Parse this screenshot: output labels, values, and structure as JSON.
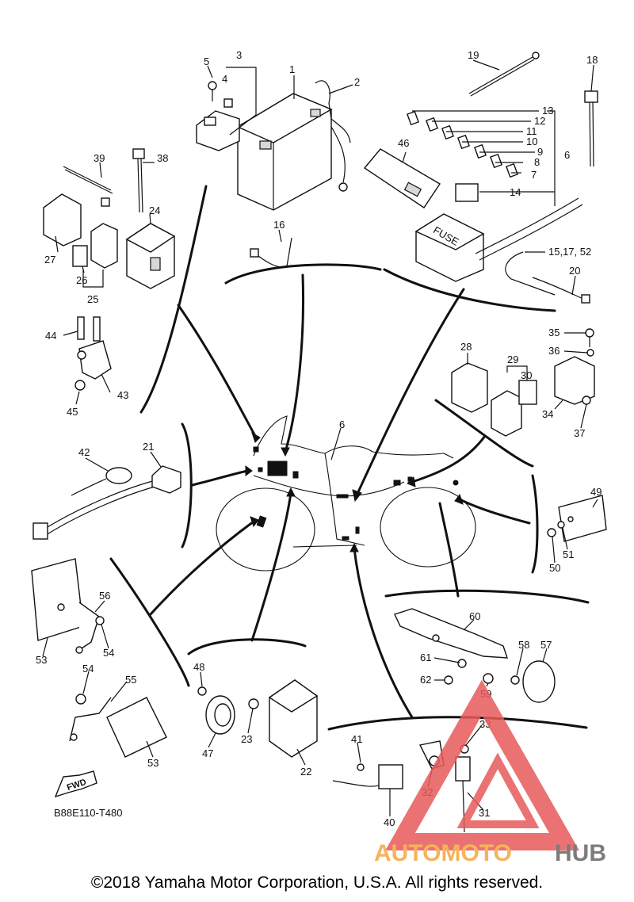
{
  "diagram": {
    "code": "B88E110-T480",
    "fwd_label": "FWD",
    "battery_label": "FUSE",
    "callouts": [
      {
        "id": "c1",
        "text": "1"
      },
      {
        "id": "c2",
        "text": "2"
      },
      {
        "id": "c3",
        "text": "3"
      },
      {
        "id": "c4",
        "text": "4"
      },
      {
        "id": "c5",
        "text": "5"
      },
      {
        "id": "c6a",
        "text": "6"
      },
      {
        "id": "c6b",
        "text": "6"
      },
      {
        "id": "c7",
        "text": "7"
      },
      {
        "id": "c8",
        "text": "8"
      },
      {
        "id": "c9",
        "text": "9"
      },
      {
        "id": "c10",
        "text": "10"
      },
      {
        "id": "c11",
        "text": "11"
      },
      {
        "id": "c12",
        "text": "12"
      },
      {
        "id": "c13",
        "text": "13"
      },
      {
        "id": "c14",
        "text": "14"
      },
      {
        "id": "c15",
        "text": "15,17, 52"
      },
      {
        "id": "c16",
        "text": "16"
      },
      {
        "id": "c18",
        "text": "18"
      },
      {
        "id": "c19",
        "text": "19"
      },
      {
        "id": "c20",
        "text": "20"
      },
      {
        "id": "c21",
        "text": "21"
      },
      {
        "id": "c22",
        "text": "22"
      },
      {
        "id": "c23",
        "text": "23"
      },
      {
        "id": "c24",
        "text": "24"
      },
      {
        "id": "c25",
        "text": "25"
      },
      {
        "id": "c26",
        "text": "26"
      },
      {
        "id": "c27",
        "text": "27"
      },
      {
        "id": "c28",
        "text": "28"
      },
      {
        "id": "c29",
        "text": "29"
      },
      {
        "id": "c30",
        "text": "30"
      },
      {
        "id": "c31",
        "text": "31"
      },
      {
        "id": "c32",
        "text": "32"
      },
      {
        "id": "c33",
        "text": "33"
      },
      {
        "id": "c34",
        "text": "34"
      },
      {
        "id": "c35",
        "text": "35"
      },
      {
        "id": "c36",
        "text": "36"
      },
      {
        "id": "c37",
        "text": "37"
      },
      {
        "id": "c38",
        "text": "38"
      },
      {
        "id": "c39",
        "text": "39"
      },
      {
        "id": "c40",
        "text": "40"
      },
      {
        "id": "c41",
        "text": "41"
      },
      {
        "id": "c42",
        "text": "42"
      },
      {
        "id": "c43",
        "text": "43"
      },
      {
        "id": "c44",
        "text": "44"
      },
      {
        "id": "c45",
        "text": "45"
      },
      {
        "id": "c46",
        "text": "46"
      },
      {
        "id": "c47",
        "text": "47"
      },
      {
        "id": "c48",
        "text": "48"
      },
      {
        "id": "c49",
        "text": "49"
      },
      {
        "id": "c50",
        "text": "50"
      },
      {
        "id": "c51",
        "text": "51"
      },
      {
        "id": "c53a",
        "text": "53"
      },
      {
        "id": "c53b",
        "text": "53"
      },
      {
        "id": "c54a",
        "text": "54"
      },
      {
        "id": "c54b",
        "text": "54"
      },
      {
        "id": "c55",
        "text": "55"
      },
      {
        "id": "c56",
        "text": "56"
      },
      {
        "id": "c57",
        "text": "57"
      },
      {
        "id": "c58",
        "text": "58"
      },
      {
        "id": "c59",
        "text": "59"
      },
      {
        "id": "c60",
        "text": "60"
      },
      {
        "id": "c61",
        "text": "61"
      },
      {
        "id": "c62",
        "text": "62"
      }
    ]
  },
  "watermark": {
    "part1": "AUTOMOTO",
    "part2": "HUB",
    "color_red": "#e85a5a",
    "color_orange": "#f4a640",
    "color_gray": "#666666"
  },
  "copyright": "©2018 Yamaha Motor Corporation, U.S.A. All rights reserved."
}
